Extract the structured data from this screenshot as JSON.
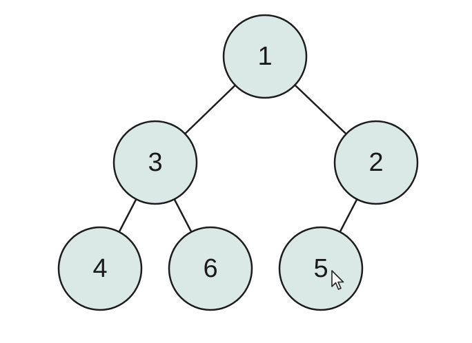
{
  "diagram": {
    "type": "binary-tree",
    "colors": {
      "node_fill": "#dbe9e6",
      "node_stroke": "#1c1c1c",
      "edge": "#1c1c1c",
      "text": "#1a1a1a"
    },
    "nodes": [
      {
        "id": "n1",
        "label": "1"
      },
      {
        "id": "n3",
        "label": "3"
      },
      {
        "id": "n2",
        "label": "2"
      },
      {
        "id": "n4",
        "label": "4"
      },
      {
        "id": "n6",
        "label": "6"
      },
      {
        "id": "n5",
        "label": "5"
      }
    ],
    "edges": [
      {
        "from": "n1",
        "to": "n3"
      },
      {
        "from": "n1",
        "to": "n2"
      },
      {
        "from": "n3",
        "to": "n4"
      },
      {
        "from": "n3",
        "to": "n6"
      },
      {
        "from": "n2",
        "to": "n5"
      }
    ]
  },
  "cursor": {
    "icon": "mouse-pointer-icon"
  }
}
